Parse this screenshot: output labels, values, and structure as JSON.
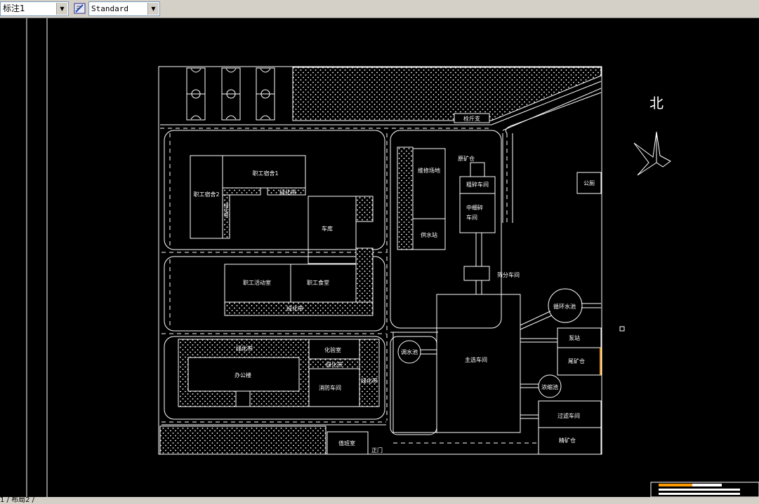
{
  "toolbar": {
    "dimstyle_value": "标注1",
    "textstyle_value": "Standard",
    "dimstyle_icon": "dropdown-arrow-icon",
    "style_icon": "text-style-icon"
  },
  "drawing": {
    "north": "北",
    "labels": {
      "pump_room": "栓斤支",
      "raw_ore_bin": "原矿仓",
      "repair_yard": "维修场地",
      "water_station": "供水站",
      "coarse_crush": "粗碎车间",
      "mid_crush_1": "中细碎",
      "mid_crush_2": "车间",
      "screening": "筛分车间",
      "toilet": "公厕",
      "dorm1": "职工宿舍1",
      "dorm2": "职工宿舍2",
      "green_1": "绿化带",
      "green_v": "绿化带",
      "garage": "车库",
      "activity": "职工活动室",
      "canteen": "职工食堂",
      "green_2": "绿化带",
      "circ_pool": "循环水池",
      "pump_station": "泵站",
      "tailings_bin": "尾矿仓",
      "green_3": "绿化带",
      "lab": "化验室",
      "green_4": "绿化带",
      "office": "办公楼",
      "fire": "消防车间",
      "green_5": "绿化带",
      "reg_pool": "调水池",
      "main_plant": "主选车间",
      "thickener": "浓缩池",
      "filter": "过滤车间",
      "conc_bin": "精矿仓",
      "guard": "值班室",
      "gate": "正门"
    }
  },
  "tabs": {
    "label": "1 / 布局2 /"
  },
  "colors": {
    "canvas": "#000000",
    "lines": "#ffffff",
    "accent": "#ff9900",
    "toolbar": "#d4d0c8"
  }
}
